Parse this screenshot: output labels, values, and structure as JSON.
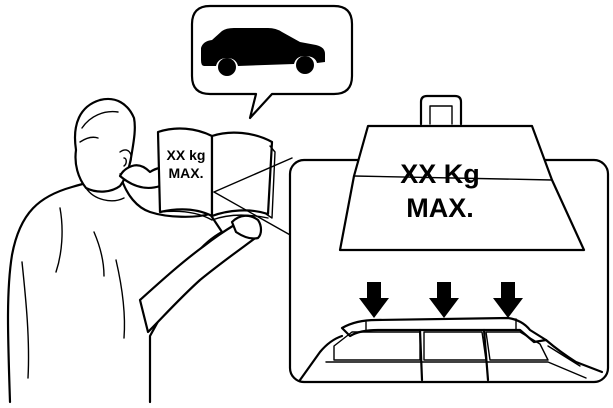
{
  "book": {
    "line1": "XX kg",
    "line2": "MAX."
  },
  "weight": {
    "line1": "XX Kg",
    "line2": "MAX."
  },
  "icons": {
    "bubble": "car-silhouette-icon",
    "weight": "weight-icon",
    "arrow": "down-arrow-icon",
    "roof": "car-roof-icon"
  },
  "colors": {
    "line": "#000000",
    "fill": "#ffffff"
  }
}
